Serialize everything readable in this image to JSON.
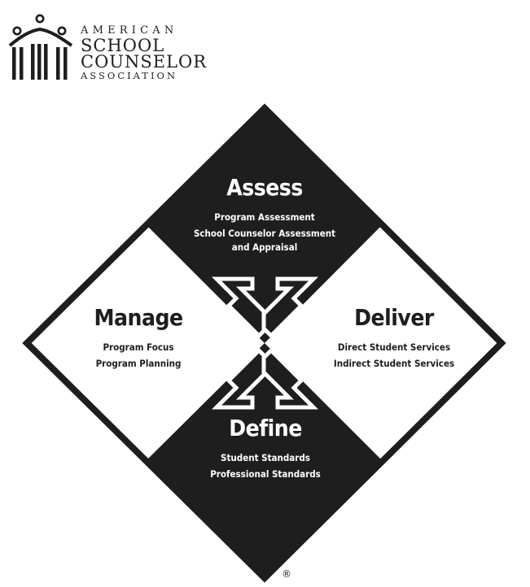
{
  "logo": {
    "line1": "AMERICAN",
    "line2": "SCHOOL",
    "line3": "COUNSELOR",
    "line4": "ASSOCIATION"
  },
  "quadrants": {
    "assess": {
      "title": "Assess",
      "items": [
        "Program Assessment",
        "School Counselor Assessment",
        "and Appraisal"
      ]
    },
    "manage": {
      "title": "Manage",
      "items": [
        "Program Focus",
        "Program Planning"
      ]
    },
    "deliver": {
      "title": "Deliver",
      "items": [
        "Direct Student Services",
        "Indirect Student Services"
      ]
    },
    "define": {
      "title": "Define",
      "items": [
        "Student Standards",
        "Professional Standards"
      ]
    }
  },
  "registered_mark": "®",
  "colors": {
    "dark_fill": "#1e1e1e",
    "light_fill": "#ffffff"
  }
}
